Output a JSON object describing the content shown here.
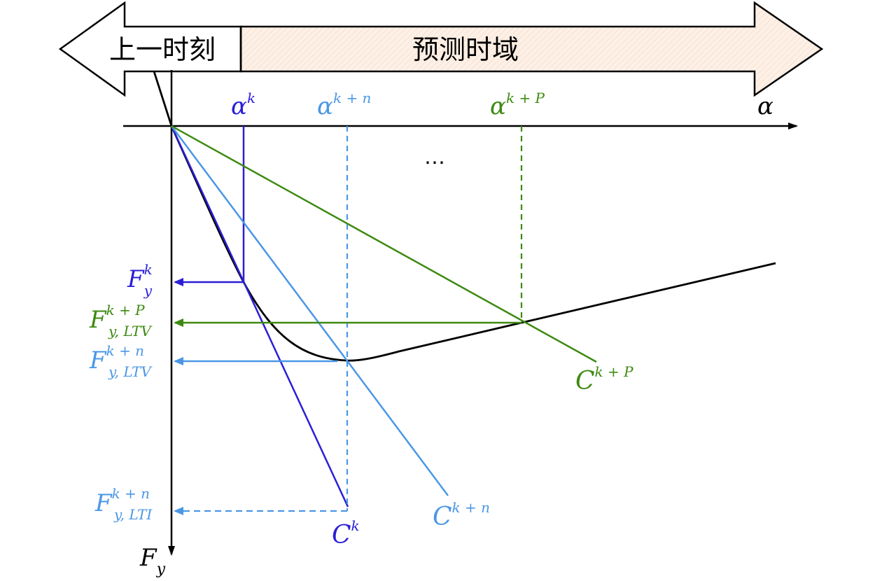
{
  "banner": {
    "left_label": "上一时刻",
    "right_label": "预测时域"
  },
  "axes": {
    "x_label": "α",
    "y_label_main": "F",
    "y_label_sub": "y"
  },
  "markers": {
    "alpha_k": {
      "base": "α",
      "sup": "k"
    },
    "alpha_kn": {
      "base": "α",
      "sup": "k + n"
    },
    "alpha_kP": {
      "base": "α",
      "sup": "k + P"
    },
    "ellipsis": "⋯"
  },
  "force_labels": {
    "fy_k": {
      "main": "F",
      "sup": "k",
      "sub": "y"
    },
    "fy_kP_ltv": {
      "main": "F",
      "sup": "k + P",
      "sub": "y, LTV"
    },
    "fy_kn_ltv": {
      "main": "F",
      "sup": "k + n",
      "sub": "y, LTV"
    },
    "fy_kn_lti": {
      "main": "F",
      "sup": "k + n",
      "sub": "y, LTI"
    }
  },
  "line_labels": {
    "c_k": {
      "main": "C",
      "sup": "k"
    },
    "c_kn": {
      "main": "C",
      "sup": "k + n"
    },
    "c_kP": {
      "main": "C",
      "sup": "k + P"
    }
  },
  "colors": {
    "dark_blue": "#2b1fd6",
    "light_blue": "#4a97e6",
    "green": "#3d8a12",
    "black": "#000000",
    "banner_fill": "#fdf0e6"
  }
}
